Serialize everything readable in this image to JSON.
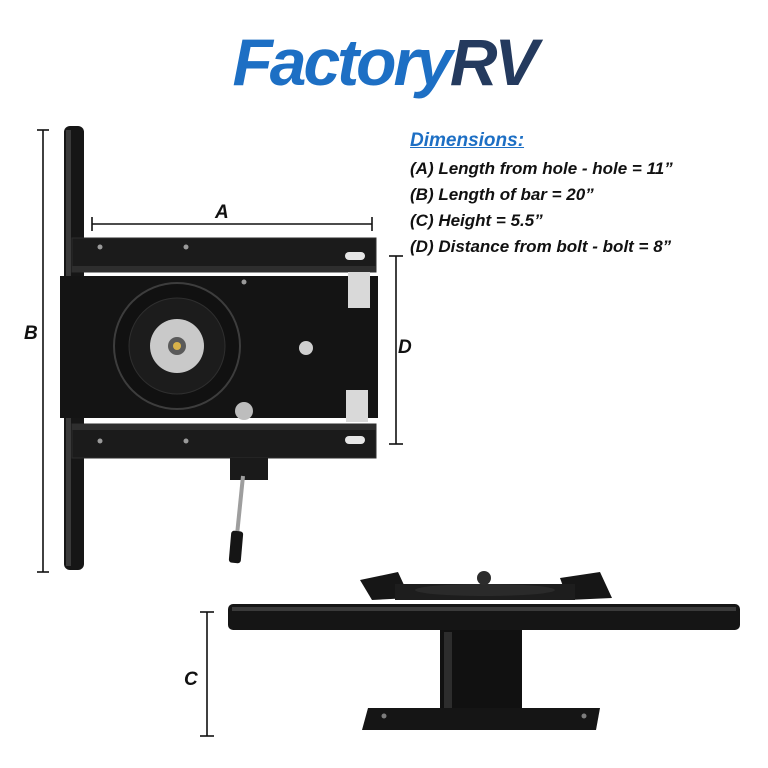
{
  "logo": {
    "part1": "Factory",
    "part2": "RV"
  },
  "dimensions": {
    "heading": "Dimensions:",
    "items": [
      "(A) Length from hole - hole = 11”",
      "(B) Length of bar = 20”",
      "(C) Height = 5.5”",
      "(D) Distance from bolt - bolt = 8”"
    ]
  },
  "labels": {
    "a": "A",
    "b": "B",
    "c": "C",
    "d": "D"
  },
  "colors": {
    "brand_blue": "#1d6fc4",
    "brand_navy": "#243a5e",
    "metal": "#161616"
  }
}
